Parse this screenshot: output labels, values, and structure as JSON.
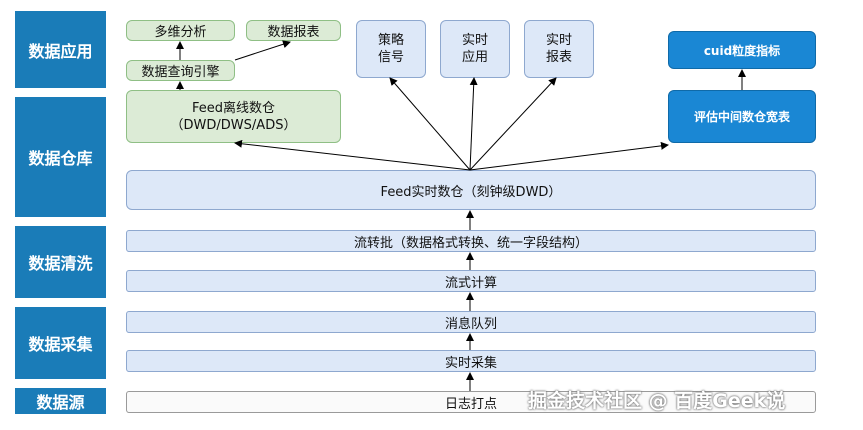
{
  "layers": {
    "app": "数据应用",
    "warehouse": "数据仓库",
    "cleaning": "数据清洗",
    "collection": "数据采集",
    "source": "数据源"
  },
  "app_boxes": {
    "multidim": "多维分析",
    "report": "数据报表",
    "query": "数据查询引擎",
    "strategy": "策略\n信号",
    "rt_app": "实时\n应用",
    "rt_report": "实时\n报表",
    "cuid": "cuid粒度指标"
  },
  "warehouse_boxes": {
    "offline": "Feed离线数仓\n（DWD/DWS/ADS）",
    "eval": "评估中间数仓宽表",
    "realtime": "Feed实时数仓（刻钟级DWD）"
  },
  "pipeline": {
    "stream_batch": "流转批（数据格式转换、统一字段结构）",
    "stream_compute": "流式计算",
    "queue": "消息队列",
    "rt_collect": "实时采集",
    "logging": "日志打点"
  },
  "watermark": "掘金技术社区 @ 百度Geek说",
  "colors": {
    "layer": "#1a7cb8",
    "green": "#dcebd6",
    "blue": "#dde8f8",
    "dark_blue": "#1a87d4"
  }
}
